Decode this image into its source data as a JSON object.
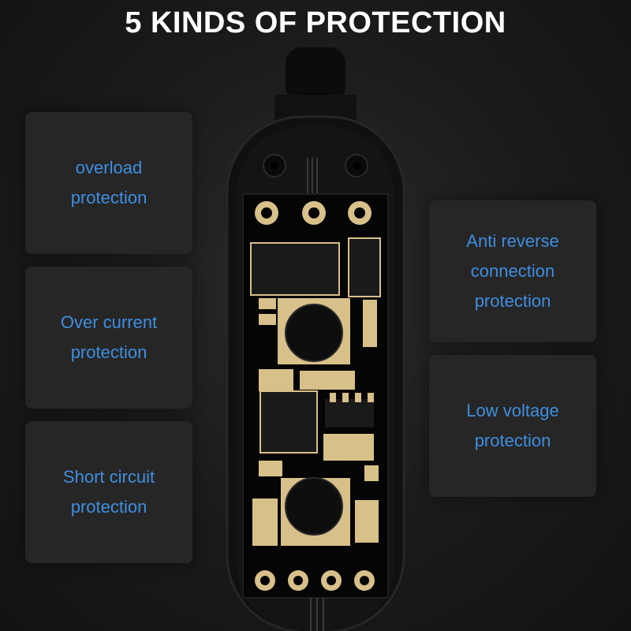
{
  "title": "5 KINDS OF PROTECTION",
  "cards": {
    "overload": {
      "line1": "overload",
      "line2": "protection"
    },
    "over_current": {
      "line1": "Over current",
      "line2": "protection"
    },
    "short_circuit": {
      "line1": "Short circuit",
      "line2": "protection"
    },
    "anti_reverse": {
      "line1": "Anti reverse",
      "line2": "connection",
      "line3": "protection"
    },
    "low_voltage": {
      "line1": "Low voltage",
      "line2": "protection"
    }
  },
  "colors": {
    "card_text": "#3f8ee0",
    "title_text": "#ffffff",
    "card_background": "#262626",
    "pcb_gold": "#d8c08a"
  },
  "icons": {
    "device": "circuit-board-image"
  }
}
